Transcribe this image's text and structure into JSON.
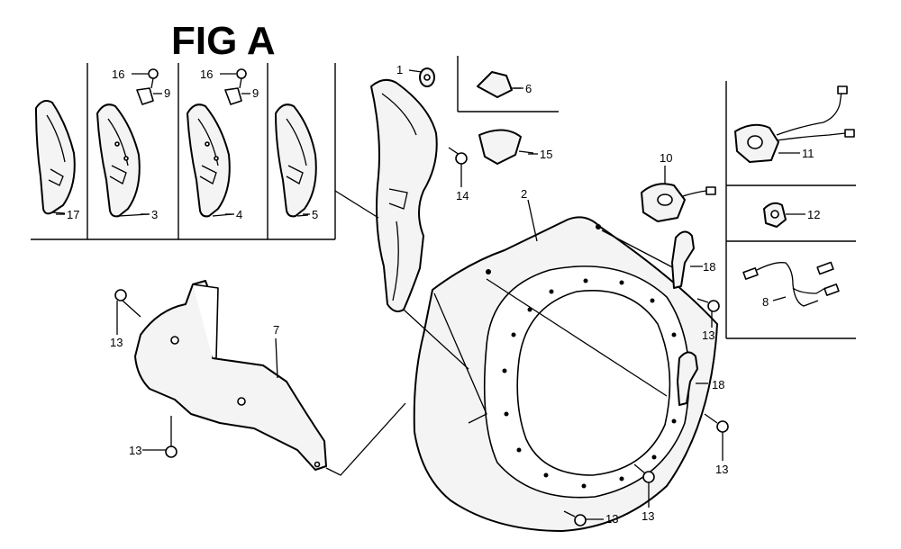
{
  "figure": {
    "title": "FIG A",
    "callouts": {
      "c1": "1",
      "c2": "2",
      "c3": "3",
      "c4": "4",
      "c5": "5",
      "c6": "6",
      "c7": "7",
      "c8": "8",
      "c9a": "9",
      "c9b": "9",
      "c10": "10",
      "c11": "11",
      "c12": "12",
      "c13a": "13",
      "c13b": "13",
      "c13c": "13",
      "c13d": "13",
      "c13e": "13",
      "c13f": "13",
      "c14": "14",
      "c15": "15",
      "c16a": "16",
      "c16b": "16",
      "c17": "17",
      "c18a": "18",
      "c18b": "18"
    }
  }
}
